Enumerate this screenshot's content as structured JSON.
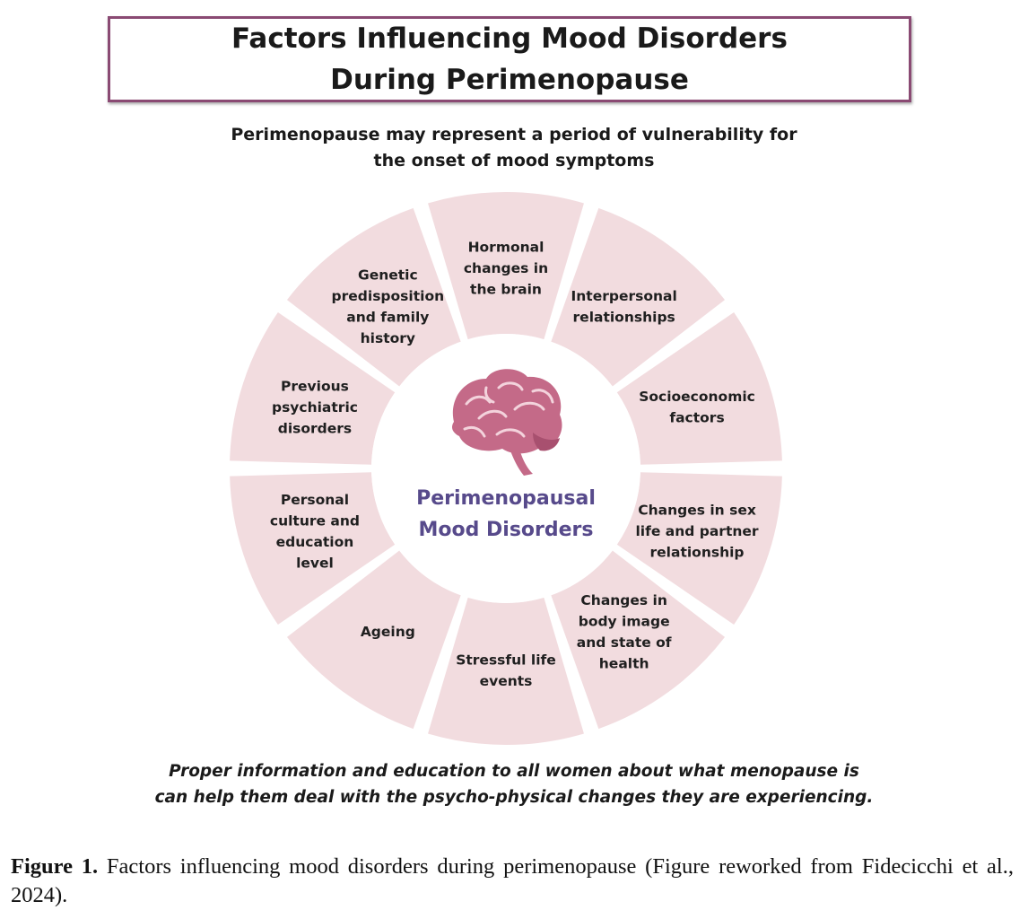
{
  "title": {
    "line1": "Factors Influencing Mood Disorders",
    "line2": "During Perimenopause"
  },
  "subtitle": {
    "line1": "Perimenopause may represent a period of vulnerability for",
    "line2": "the onset of mood symptoms"
  },
  "center": {
    "line1": "Perimenopausal",
    "line2": "Mood Disorders",
    "icon": "brain-icon"
  },
  "segments": [
    {
      "id": "hormonal",
      "lines": [
        "Hormonal",
        "changes in",
        "the brain"
      ]
    },
    {
      "id": "interpersonal",
      "lines": [
        "Interpersonal",
        "relationships"
      ]
    },
    {
      "id": "socioeconomic",
      "lines": [
        "Socioeconomic",
        "factors"
      ]
    },
    {
      "id": "sex-life",
      "lines": [
        "Changes in sex",
        "life and partner",
        "relationship"
      ]
    },
    {
      "id": "body-image",
      "lines": [
        "Changes in",
        "body image",
        "and state of",
        "health"
      ]
    },
    {
      "id": "stressful-events",
      "lines": [
        "Stressful life",
        "events"
      ]
    },
    {
      "id": "ageing",
      "lines": [
        "Ageing"
      ]
    },
    {
      "id": "culture-education",
      "lines": [
        "Personal",
        "culture and",
        "education",
        "level"
      ]
    },
    {
      "id": "psychiatric",
      "lines": [
        "Previous",
        "psychiatric",
        "disorders"
      ]
    },
    {
      "id": "genetic",
      "lines": [
        "Genetic",
        "predisposition",
        "and family",
        "history"
      ]
    }
  ],
  "footer": {
    "line1": "Proper information and education to all women about what menopause is",
    "line2": "can help them deal with the psycho-physical changes they are experiencing."
  },
  "caption": {
    "label": "Figure 1.",
    "text": " Factors influencing mood disorders during perimenopause (Figure reworked from Fidecicchi et al., 2024)."
  },
  "colors": {
    "segment_fill": "#f2dcdf",
    "center_text": "#574a8b",
    "brain": "#c46a88",
    "title_border": "#8a4a73"
  }
}
